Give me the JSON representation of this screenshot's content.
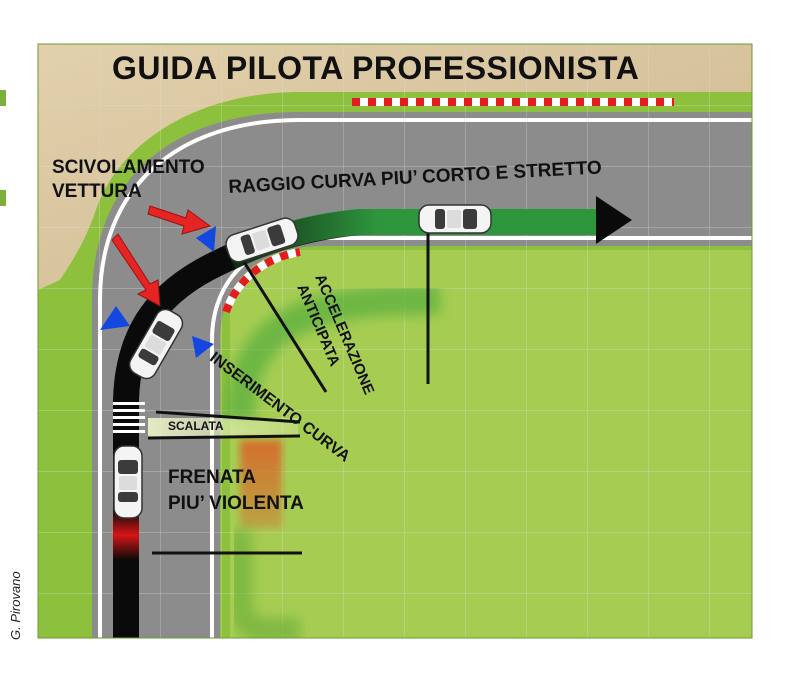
{
  "diagram": {
    "title": "GUIDA  PILOTA  PROFESSIONISTA",
    "labels": {
      "slide_line1": "SCIVOLAMENTO",
      "slide_line2": "VETTURA",
      "radius": "RAGGIO CURVA PIU’ CORTO E STRETTO",
      "acceleration_line1": "ACCELERAZIONE",
      "acceleration_line2": "ANTICIPATA",
      "turn_in": "INSERIMENTO CURVA",
      "downshift": "SCALATA",
      "braking_line1": "FRENATA",
      "braking_line2": "PIU’ VIOLENTA"
    },
    "credit": "G. Pirovano"
  },
  "colors": {
    "grass": "#8dc03c",
    "grass_light": "#a6cd52",
    "sand": "#d7c29b",
    "asphalt": "#8c8c8c",
    "trajectory": "#0a0a0a",
    "acceleration_green": "#2f9e3f",
    "brake_red": "#d61515",
    "downshift_band": "#eef4c7",
    "braking_band": "#d7692a",
    "kerb_red": "#e11d1d",
    "force_arrow_red": "#e52424",
    "force_arrow_blue": "#1446e0",
    "car_body": "#f4f4f4"
  },
  "icons": [
    "car-icon",
    "force-arrow-red-icon",
    "force-arrow-blue-icon",
    "direction-arrow-icon"
  ]
}
